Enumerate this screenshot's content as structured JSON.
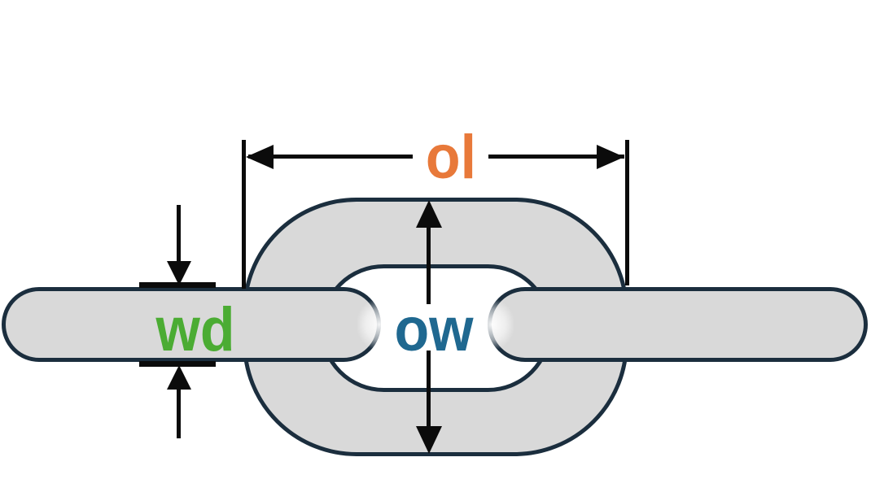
{
  "diagram": {
    "subject": "chain-link-dimension-diagram",
    "labels": {
      "outer_length": {
        "text": "ol",
        "color": "#e8793a",
        "orientation": "horizontal"
      },
      "outer_width": {
        "text": "ow",
        "color": "#1f6890",
        "orientation": "vertical"
      },
      "wire_diameter": {
        "text": "wd",
        "color": "#4bac33",
        "orientation": "vertical"
      }
    },
    "colors": {
      "background": "#ffffff",
      "link_fill": "#d9d9d9",
      "link_outline": "#1b2e3e",
      "dimension_lines": "#0b0b0b"
    }
  }
}
